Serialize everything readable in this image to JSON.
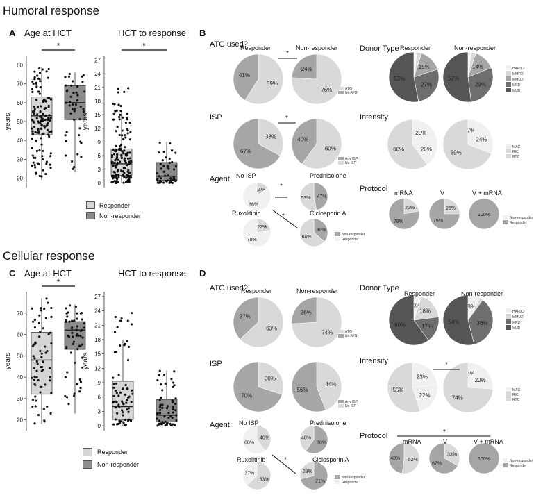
{
  "sections": {
    "humoral": "Humoral response",
    "cellular": "Cellular response"
  },
  "letters": {
    "A": "A",
    "B": "B",
    "C": "C",
    "D": "D"
  },
  "colors": {
    "light": "#d9d9d9",
    "mid": "#a6a6a6",
    "dark": "#6e6e6e",
    "darker": "#555555",
    "lightest": "#f0f0f0",
    "box_light": "#d6d6d6",
    "box_dark": "#8c8c8c"
  },
  "chart_data": [
    {
      "id": "A-age",
      "type": "box",
      "title": "Age at HCT",
      "ylabel": "years",
      "ylim": [
        15,
        85
      ],
      "yticks": [
        20,
        30,
        40,
        50,
        60,
        70,
        80
      ],
      "sig": "*",
      "boxes": [
        {
          "name": "Responder",
          "whisker_low": 19,
          "q1": 43,
          "median": 53,
          "q3": 63,
          "whisker_high": 79
        },
        {
          "name": "Non-responder",
          "whisker_low": 23,
          "q1": 51,
          "median": 60,
          "q3": 69,
          "whisker_high": 76
        }
      ]
    },
    {
      "id": "A-hct",
      "type": "box",
      "title": "HCT to response",
      "ylabel": "years",
      "ylim": [
        -1,
        28
      ],
      "yticks": [
        0,
        3,
        6,
        9,
        12,
        15,
        18,
        21,
        24,
        27
      ],
      "sig": "*",
      "boxes": [
        {
          "name": "Responder",
          "whisker_low": 0,
          "q1": 1.7,
          "median": 4.2,
          "q3": 7.5,
          "whisker_high": 16
        },
        {
          "name": "Non-responder",
          "whisker_low": 0,
          "q1": 0.6,
          "median": 1.5,
          "q3": 4.5,
          "whisker_high": 9
        }
      ]
    },
    {
      "id": "C-age",
      "type": "box",
      "title": "Age at HCT",
      "ylabel": "years",
      "ylim": [
        15,
        80
      ],
      "yticks": [
        20,
        30,
        40,
        50,
        60,
        70
      ],
      "sig": "*",
      "boxes": [
        {
          "name": "Responder",
          "whisker_low": 18,
          "q1": 32,
          "median": 48,
          "q3": 61,
          "whisker_high": 77
        },
        {
          "name": "Non-responder",
          "whisker_low": 23,
          "q1": 53,
          "median": 62,
          "q3": 66,
          "whisker_high": 74
        }
      ]
    },
    {
      "id": "C-hct",
      "type": "box",
      "title": "HCT to response",
      "ylabel": "years",
      "ylim": [
        -1,
        28
      ],
      "yticks": [
        0,
        3,
        6,
        9,
        12,
        15,
        18,
        21,
        24,
        27
      ],
      "sig": "",
      "boxes": [
        {
          "name": "Responder",
          "whisker_low": 0,
          "q1": 1.3,
          "median": 4,
          "q3": 9.3,
          "whisker_high": 18
        },
        {
          "name": "Non-responder",
          "whisker_low": 0,
          "q1": 0.8,
          "median": 2.2,
          "q3": 5.5,
          "whisker_high": 11.5
        }
      ]
    }
  ],
  "box_legend": [
    "Responder",
    "Non-responder"
  ],
  "pies": {
    "B": {
      "atg": {
        "title": "ATG used?",
        "cols": [
          "Responder",
          "Non-responder"
        ],
        "charts": [
          [
            59,
            41
          ],
          [
            76,
            24
          ]
        ],
        "labels": [
          [
            "59%",
            "41%"
          ],
          [
            "76%",
            "24%"
          ]
        ],
        "legend": [
          "ATG",
          "No ATG"
        ],
        "sig": "*"
      },
      "donor": {
        "title": "Donor Type",
        "cols": [
          "Responder",
          "Non-responder"
        ],
        "charts": [
          [
            2,
            3,
            15,
            27,
            53
          ],
          [
            2,
            3,
            14,
            29,
            52
          ]
        ],
        "labels": [
          [
            "15%",
            "27%",
            "53%"
          ],
          [
            "14%",
            "29%",
            "52%"
          ]
        ],
        "legend": [
          "HAPLO",
          "MMRD",
          "MMUD",
          "MRD",
          "MUD"
        ]
      },
      "isp": {
        "title": "ISP",
        "charts": [
          [
            33,
            67
          ],
          [
            60,
            40
          ]
        ],
        "labels": [
          [
            "33%",
            "67%"
          ],
          [
            "60%",
            "40%"
          ]
        ],
        "legend": [
          "Any ISP",
          "No ISP"
        ],
        "sig": "*"
      },
      "intensity": {
        "title": "Intensity",
        "charts": [
          [
            20,
            20,
            60
          ],
          [
            7,
            24,
            69
          ]
        ],
        "labels": [
          [
            "20%",
            "20%",
            "60%"
          ],
          [
            "7%",
            "24%",
            "69%"
          ]
        ],
        "legend": [
          "MAC",
          "RIC",
          "RTC"
        ]
      },
      "agent": {
        "title": "Agent",
        "names": [
          "No ISP",
          "Prednisolone",
          "Ruxolitinib",
          "Ciclosporin A"
        ],
        "charts": [
          [
            14,
            86
          ],
          [
            47,
            53
          ],
          [
            22,
            78
          ],
          [
            36,
            64
          ]
        ],
        "labels": [
          [
            "14%",
            "86%"
          ],
          [
            "47%",
            "53%"
          ],
          [
            "22%",
            "78%"
          ],
          [
            "36%",
            "64%"
          ]
        ],
        "legend": [
          "Non-responder",
          "Responder"
        ],
        "sig": "*"
      },
      "protocol": {
        "title": "Protocol",
        "names": [
          "mRNA",
          "V",
          "V + mRNA"
        ],
        "charts": [
          [
            22,
            78
          ],
          [
            25,
            75
          ],
          [
            0,
            100
          ]
        ],
        "labels": [
          [
            "22%",
            "78%"
          ],
          [
            "25%",
            "75%"
          ],
          [
            "",
            "100%"
          ]
        ],
        "legend": [
          "Non-responder",
          "Responder"
        ]
      }
    },
    "D": {
      "atg": {
        "title": "ATG used?",
        "cols": [
          "Responder",
          "Non-responder"
        ],
        "charts": [
          [
            63,
            37
          ],
          [
            74,
            26
          ]
        ],
        "labels": [
          [
            "63%",
            "37%"
          ],
          [
            "74%",
            "26%"
          ]
        ],
        "legend": [
          "ATG",
          "No ATG"
        ]
      },
      "donor": {
        "title": "Donor Type",
        "cols": [
          "Responder",
          "Non-responder"
        ],
        "charts": [
          [
            5,
            18,
            17,
            60
          ],
          [
            8,
            2,
            36,
            54
          ]
        ],
        "labels": [
          [
            "5%",
            "18%",
            "17%",
            "60%"
          ],
          [
            "8%",
            "",
            "36%",
            "54%"
          ]
        ],
        "legend": [
          "HAPLO",
          "MMUD",
          "MRD",
          "MUD"
        ]
      },
      "isp": {
        "title": "ISP",
        "charts": [
          [
            30,
            70
          ],
          [
            44,
            56
          ]
        ],
        "labels": [
          [
            "30%",
            "70%"
          ],
          [
            "44%",
            "56%"
          ]
        ],
        "legend": [
          "Any ISP",
          "No ISP"
        ]
      },
      "intensity": {
        "title": "Intensity",
        "charts": [
          [
            23,
            22,
            55
          ],
          [
            6,
            20,
            74
          ]
        ],
        "labels": [
          [
            "23%",
            "22%",
            "55%"
          ],
          [
            "6%",
            "20%",
            "74%"
          ]
        ],
        "legend": [
          "MAC",
          "RIC",
          "RTC"
        ],
        "sig": "*"
      },
      "agent": {
        "title": "Agent",
        "names": [
          "No ISP",
          "Prednisolone",
          "Ruxolitinib",
          "Ciclosporin A"
        ],
        "charts": [
          [
            40,
            60
          ],
          [
            60,
            40
          ],
          [
            63,
            37
          ],
          [
            71,
            29
          ]
        ],
        "labels": [
          [
            "40%",
            "60%"
          ],
          [
            "60%",
            "40%"
          ],
          [
            "63%",
            "37%"
          ],
          [
            "71%",
            "29%"
          ]
        ],
        "legend": [
          "Non-responder",
          "Responder"
        ],
        "sig": "*"
      },
      "protocol": {
        "title": "Protocol",
        "names": [
          "mRNA",
          "V",
          "V + mRNA"
        ],
        "charts": [
          [
            52,
            48
          ],
          [
            33,
            67
          ],
          [
            0,
            100
          ]
        ],
        "labels": [
          [
            "52%",
            "48%"
          ],
          [
            "33%",
            "67%"
          ],
          [
            "",
            "100%"
          ]
        ],
        "legend": [
          "Non-responder",
          "Responder"
        ],
        "sig": "*"
      }
    }
  }
}
